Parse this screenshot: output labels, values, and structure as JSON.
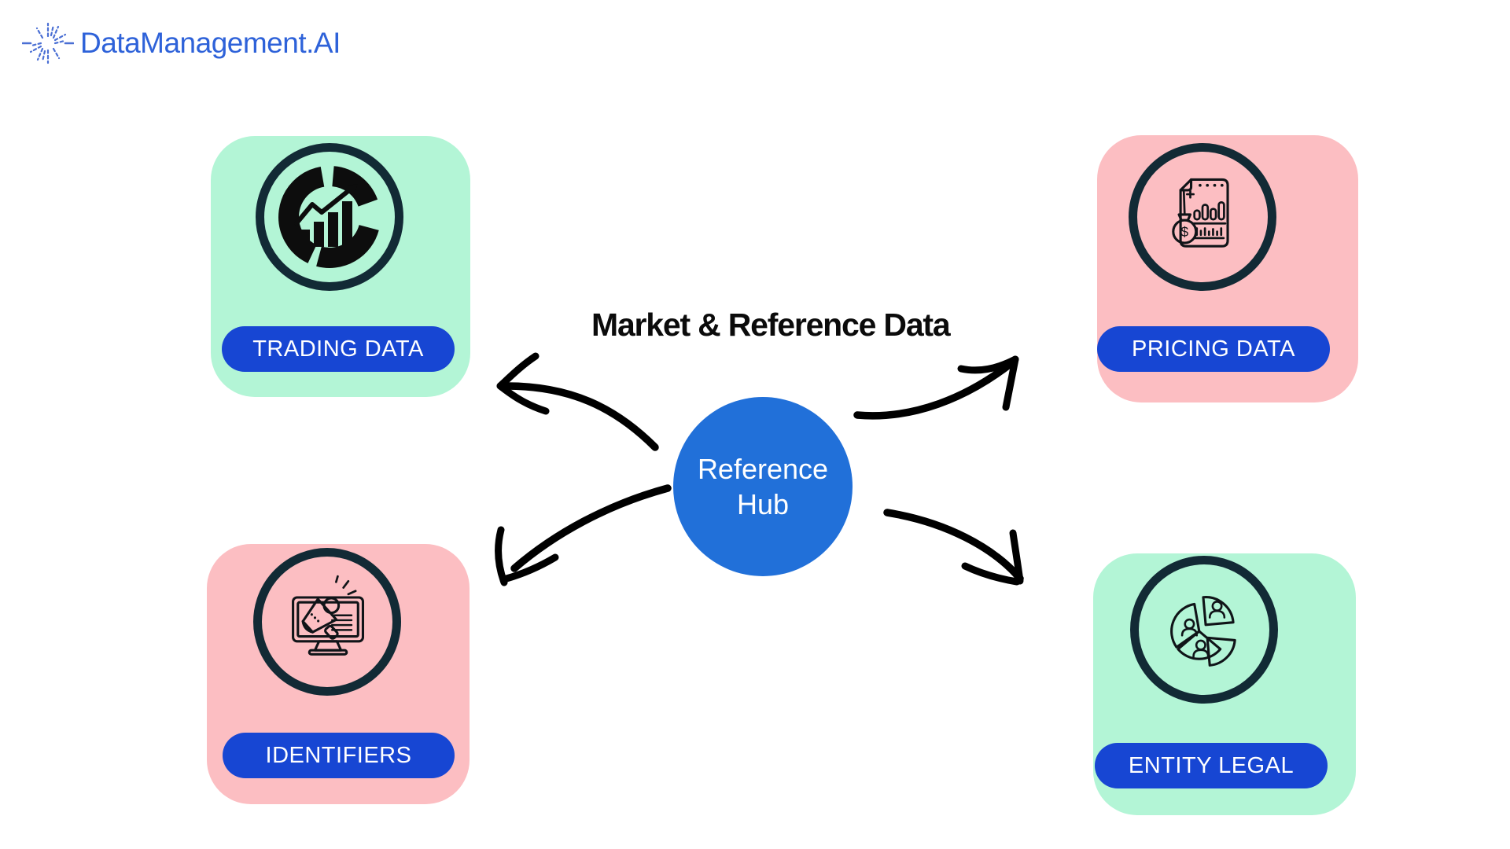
{
  "brand": {
    "name": "DataManagement.AI",
    "text_color": "#2e62d9",
    "burst_color": "#4a6fd4"
  },
  "title": {
    "text": "Market & Reference Data",
    "color": "#0b0b0b"
  },
  "hub": {
    "label_lines": [
      "Reference",
      "Hub"
    ],
    "bg_color": "#2170d9",
    "text_color": "#ffffff"
  },
  "nodes": [
    {
      "id": "trading-data",
      "label": "TRADING DATA",
      "icon": "donut-growth-chart-icon",
      "bg_color": "#b3f5d6"
    },
    {
      "id": "pricing-data",
      "label": "PRICING DATA",
      "icon": "price-report-money-bag-icon",
      "bg_color": "#fcbec2"
    },
    {
      "id": "identifiers",
      "label": "IDENTIFIERS",
      "icon": "monitor-megaphone-icon",
      "bg_color": "#fcbec2"
    },
    {
      "id": "entity-legal",
      "label": "ENTITY LEGAL",
      "icon": "people-pie-chart-icon",
      "bg_color": "#b3f5d6"
    }
  ],
  "pill": {
    "bg_color": "#1746d3",
    "text_color": "#ffffff"
  },
  "icon_ring_color": "#122a35",
  "arrow_color": "#000000",
  "background_color": "#ffffff"
}
